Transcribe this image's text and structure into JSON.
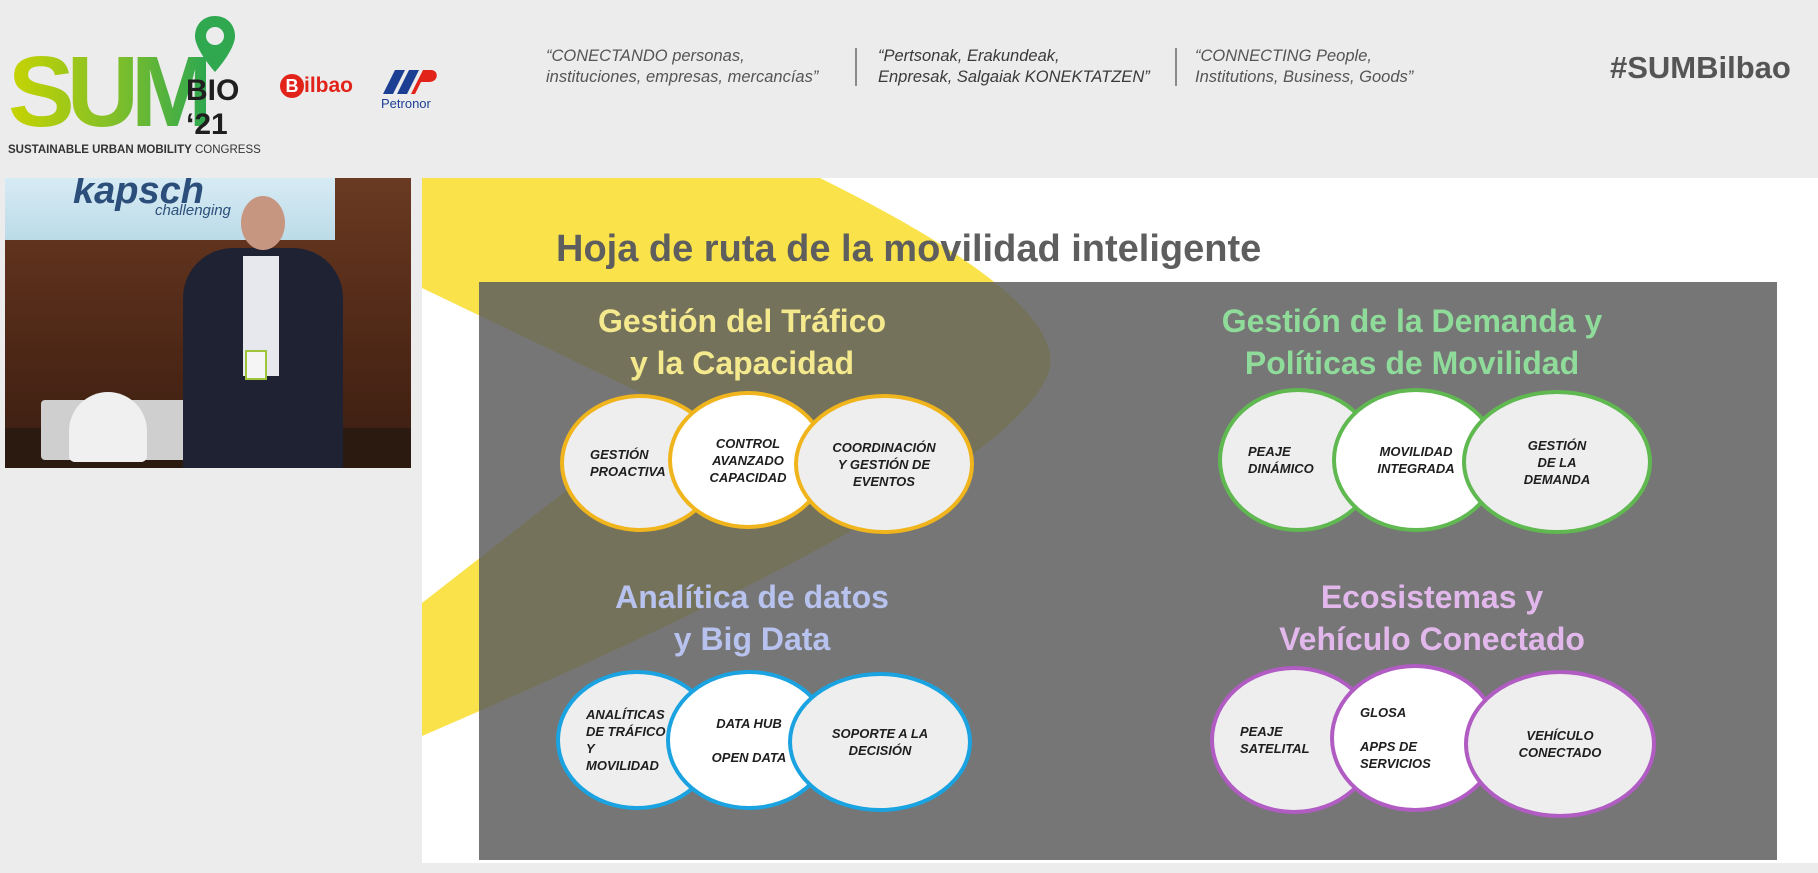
{
  "header": {
    "logo": {
      "sum": "SUM",
      "bio": "BIO",
      "year": "‘21",
      "tagline_bold": "SUSTAINABLE URBAN MOBILITY",
      "tagline_rest": " CONGRESS"
    },
    "bilbao_logo_letter": "B",
    "bilbao_logo_text": "ilbao",
    "petronor_logo_text": "Petronor",
    "slogans": [
      {
        "line1": "“CONECTANDO personas,",
        "line2": "instituciones, empresas, mercancías”"
      },
      {
        "line1": "“Pertsonak, Erakundeak,",
        "line2": "Enpresak, Salgaiak KONEKTATZEN”"
      },
      {
        "line1": "“CONNECTING People,",
        "line2": "Institutions, Business, Goods”"
      }
    ],
    "hashtag": "#SUMBilbao"
  },
  "video": {
    "screen_brand": "kapsch",
    "screen_sub": "challenging"
  },
  "slide": {
    "title": "Hoja de ruta de la movilidad inteligente",
    "colors": {
      "yellow_arrow": "#f9e24a",
      "panel": "#6e6e6e",
      "q1": "#f5e98e",
      "q2": "#8fdb9a",
      "q3": "#b8c2ee",
      "q4": "#e2b8ec",
      "ring1": "#f0b41c",
      "ring2": "#5fb850",
      "ring3": "#1aa3e0",
      "ring4": "#b05cc2"
    },
    "quadrants": [
      {
        "title_line1": "Gestión del Tráfico",
        "title_line2": "y la Capacidad",
        "items": [
          "GESTIÓN\nPROACTIVA",
          "CONTROL\nAVANZADO\nCAPACIDAD",
          "COORDINACIÓN\nY GESTIÓN DE\nEVENTOS"
        ]
      },
      {
        "title_line1": "Gestión de la Demanda y",
        "title_line2": "Políticas de Movilidad",
        "items": [
          "PEAJE\nDINÁMICO",
          "MOVILIDAD\nINTEGRADA",
          "GESTIÓN\nDE LA\nDEMANDA"
        ]
      },
      {
        "title_line1": "Analítica de datos",
        "title_line2": "y Big Data",
        "items": [
          "ANALÍTICAS\nDE TRÁFICO\nY\nMOVILIDAD",
          "DATA HUB\n\nOPEN DATA",
          "SOPORTE A LA\nDECISIÓN"
        ]
      },
      {
        "title_line1": "Ecosistemas y",
        "title_line2": "Vehículo Conectado",
        "items": [
          "PEAJE\nSATELITAL",
          "GLOSA\n\nAPPS DE\nSERVICIOS",
          "VEHÍCULO\nCONECTADO"
        ]
      }
    ]
  }
}
